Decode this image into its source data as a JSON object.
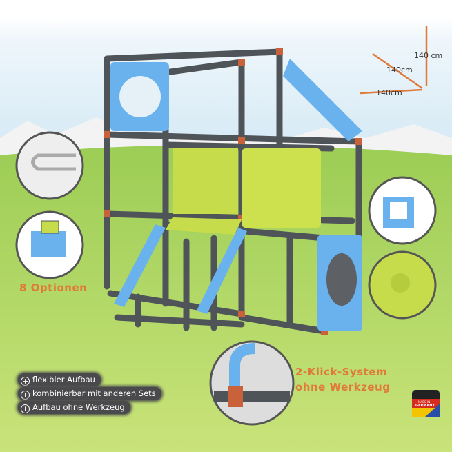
{
  "dimensions": {
    "height": "140 cm",
    "depth": "140cm",
    "width": "140cm"
  },
  "options_label": "8 Optionen",
  "features": [
    "flexibler Aufbau",
    "kombinierbar mit anderen Sets",
    "Aufbau ohne Werkzeug"
  ],
  "click_system": {
    "line1": "2-Klick-System",
    "line2": "ohne Werkzeug"
  },
  "badge": {
    "line1": "MADE IN",
    "line2": "GERMANY"
  },
  "colors": {
    "frame": "#4f5459",
    "connector": "#c9623a",
    "blue": "#6ab2ee",
    "lime": "#c6dc4a",
    "grass": "#a9d35a",
    "accent": "#e07a3c"
  }
}
